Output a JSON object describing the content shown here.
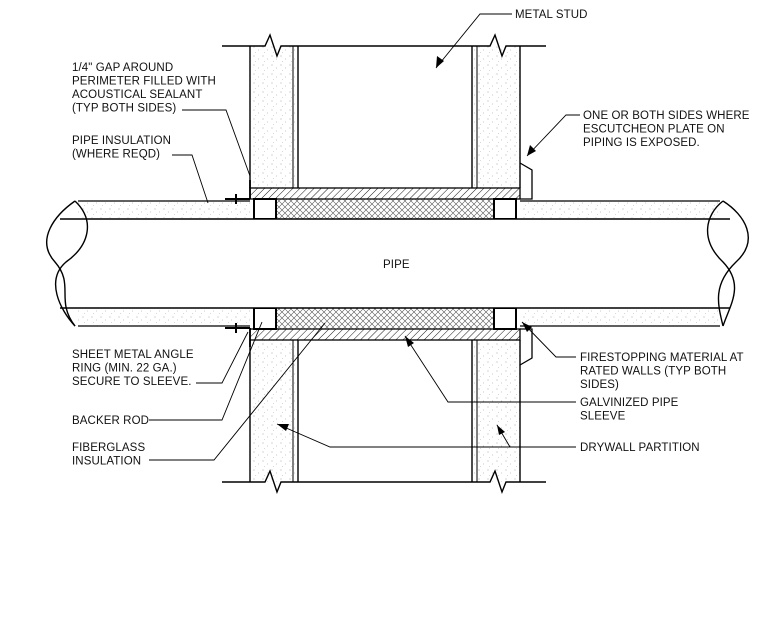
{
  "labels": {
    "metal_stud": [
      "METAL STUD"
    ],
    "gap_sealant": [
      "1/4\" GAP AROUND",
      "PERIMETER FILLED WITH",
      "ACOUSTICAL SEALANT",
      "(TYP BOTH SIDES)"
    ],
    "pipe_insulation": [
      "PIPE INSULATION",
      "(WHERE REQD)"
    ],
    "escutcheon": [
      "ONE OR BOTH SIDES WHERE",
      "ESCUTCHEON PLATE ON",
      "PIPING IS EXPOSED."
    ],
    "pipe": [
      "PIPE"
    ],
    "angle_ring": [
      "SHEET METAL ANGLE",
      "RING (MIN. 22 GA.)",
      "SECURE TO SLEEVE."
    ],
    "backer_rod": [
      "BACKER ROD"
    ],
    "fiberglass": [
      "FIBERGLASS",
      "INSULATION"
    ],
    "firestopping": [
      "FIRESTOPPING MATERIAL AT",
      "RATED WALLS (TYP BOTH",
      "SIDES)"
    ],
    "sleeve": [
      "GALVINIZED PIPE",
      "SLEEVE"
    ],
    "drywall": [
      "DRYWALL PARTITION"
    ]
  }
}
